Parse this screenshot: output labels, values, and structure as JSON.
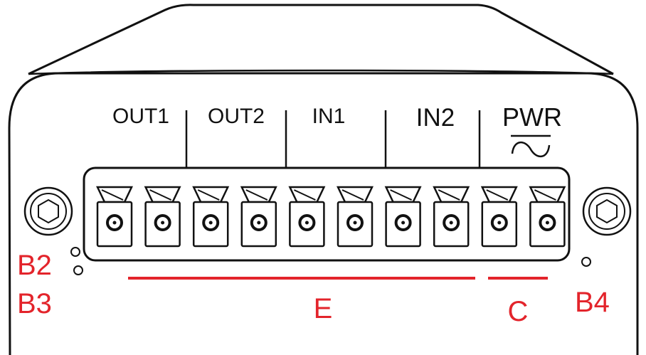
{
  "ports": {
    "out1": "OUT1",
    "out2": "OUT2",
    "in1": "IN1",
    "in2": "IN2",
    "pwr": "PWR"
  },
  "callouts": {
    "b2": "B2",
    "b3": "B3",
    "b4": "B4",
    "e": "E",
    "c": "C"
  },
  "terminal_count": 10,
  "colors": {
    "outline": "#111111",
    "callout": "#e3242b",
    "background": "#ffffff"
  },
  "icons": {
    "ac_symbol": "ac-power-icon",
    "screws": "hex-socket-screw-icon"
  }
}
